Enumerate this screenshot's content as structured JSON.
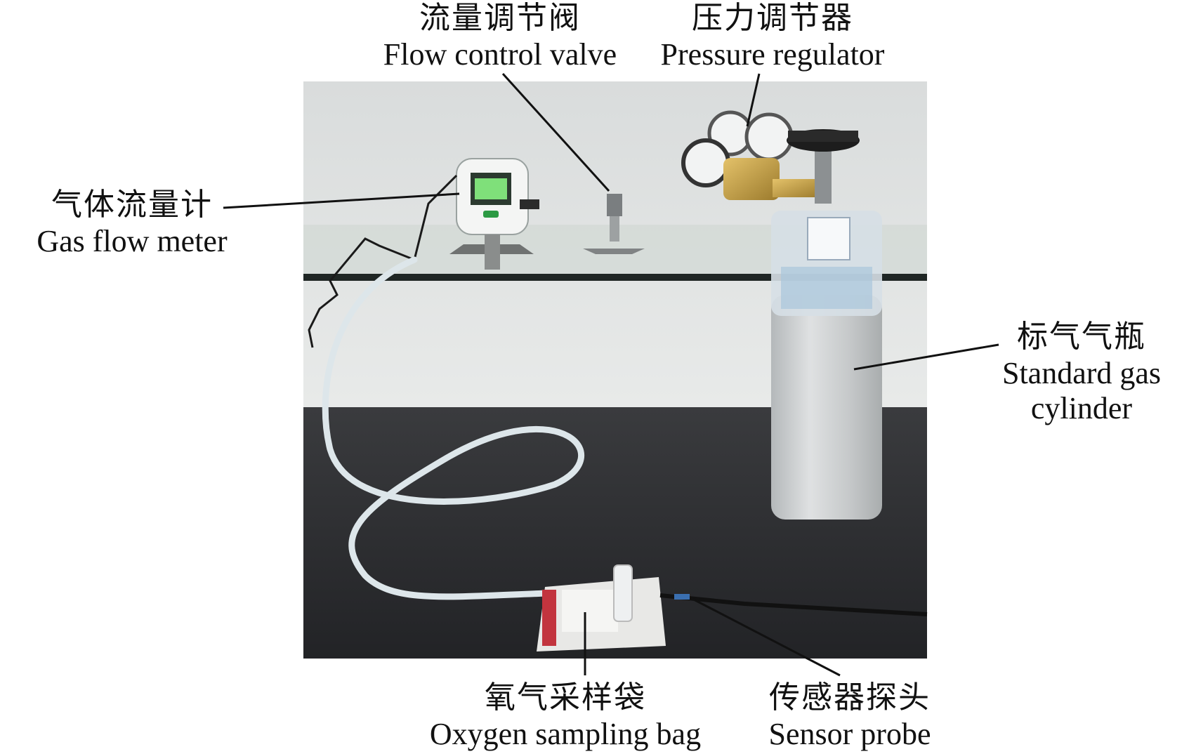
{
  "labels": {
    "flow_valve": {
      "zh": "流量调节阀",
      "en": "Flow control valve"
    },
    "pressure_reg": {
      "zh": "压力调节器",
      "en": "Pressure regulator"
    },
    "flow_meter": {
      "zh": "气体流量计",
      "en": "Gas flow meter"
    },
    "cylinder": {
      "zh": "标气气瓶",
      "en_line1": "Standard gas",
      "en_line2": "cylinder"
    },
    "sampling_bag": {
      "zh": "氧气采样袋",
      "en": "Oxygen sampling bag"
    },
    "sensor_probe": {
      "zh": "传感器探头",
      "en": "Sensor probe"
    }
  },
  "colors": {
    "wall": "#e4e6e4",
    "bench": "#2b2c2f",
    "shelf_glass": "#9fb3ad",
    "cylinder": "#c9cccd",
    "tube": "#dfe7ea",
    "leader": "#111111"
  }
}
